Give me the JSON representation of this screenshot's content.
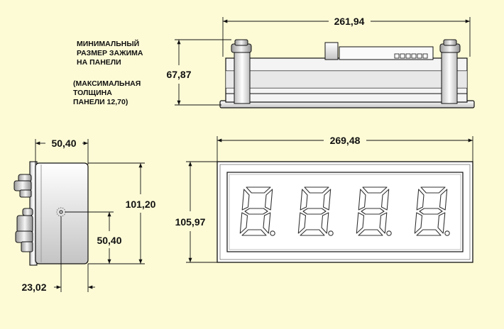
{
  "colors": {
    "background": "#fdfbd6",
    "line": "#111111",
    "body_light": "#ffffff",
    "body_shade": "#c8c8c8",
    "segment_stroke": "#333333"
  },
  "dimensions": {
    "top_width": "261,94",
    "top_height": "67,87",
    "front_width": "269,48",
    "front_height": "105,97",
    "side_width": "50,40",
    "side_height": "101,20",
    "side_center_height": "50,40",
    "side_center_offset": "23,02"
  },
  "notes": {
    "clamp_line1": "МИНИМАЛЬНЫЙ",
    "clamp_line2": "РАЗМЕР ЗАЖИМА",
    "clamp_line3": "НА ПАНЕЛИ",
    "panel_line1": "(МАКСИМАЛЬНАЯ",
    "panel_line2": "ТОЛЩИНА",
    "panel_line3": "ПАНЕЛИ 12,70)"
  },
  "display": {
    "digit_count": 4,
    "digit_symbol": "8."
  }
}
